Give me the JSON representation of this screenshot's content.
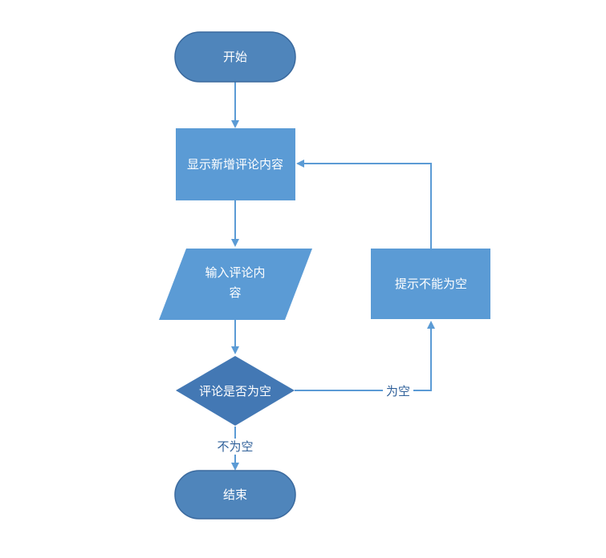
{
  "colors": {
    "terminal_fill": "#4f85bb",
    "terminal_stroke": "#3b6a9e",
    "process_fill": "#5b9bd5",
    "decision_fill": "#4378b4",
    "arrow": "#5b9bd5",
    "edge_label_text": "#2e5f99",
    "node_text": "#ffffff"
  },
  "nodes": {
    "start": {
      "label": "开始"
    },
    "show_comment": {
      "label": "显示新增评论内容"
    },
    "input_comment": {
      "label_line1": "输入评论内",
      "label_line2": "容"
    },
    "is_empty": {
      "label": "评论是否为空"
    },
    "prompt_empty": {
      "label": "提示不能为空"
    },
    "end": {
      "label": "结束"
    }
  },
  "edges": {
    "empty": {
      "label": "为空"
    },
    "not_empty": {
      "label": "不为空"
    }
  }
}
